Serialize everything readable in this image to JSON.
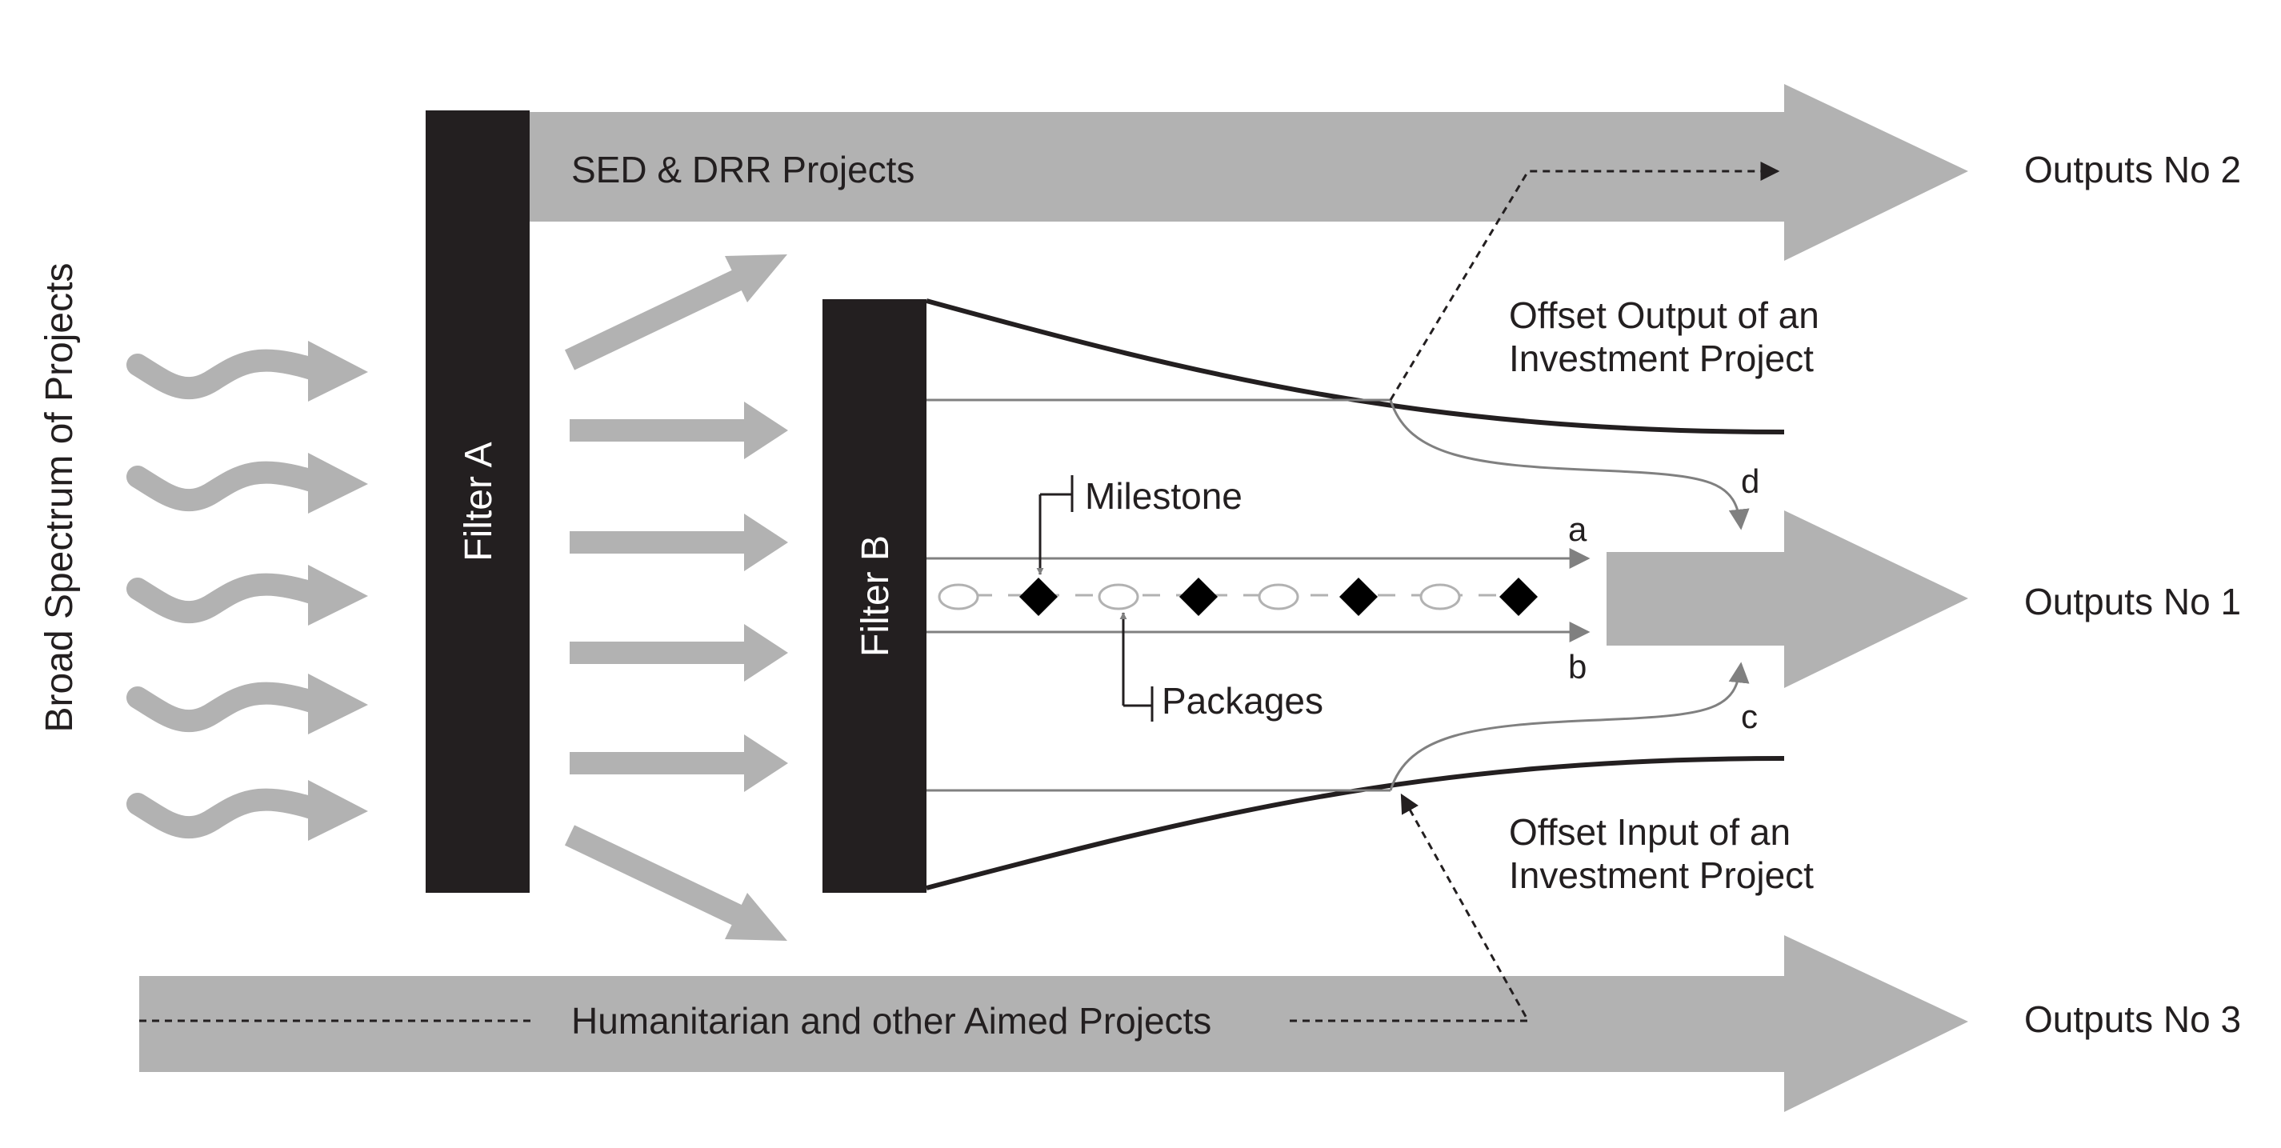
{
  "side_label": "Broad Spectrum of Projects",
  "filters": {
    "a": "Filter A",
    "b": "Filter B"
  },
  "flows": {
    "top": "SED & DRR Projects",
    "bottom": "Humanitarian and other Aimed Projects"
  },
  "outputs": {
    "no2": "Outputs No 2",
    "no1": "Outputs No 1",
    "no3": "Outputs No 3"
  },
  "annotations": {
    "offset_output": [
      "Offset Output of an",
      "Investment Project"
    ],
    "offset_input": [
      "Offset Input of an",
      "Investment Project"
    ],
    "milestone": "Milestone",
    "packages": "Packages"
  },
  "channel_labels": {
    "a": "a",
    "b": "b",
    "c": "c",
    "d": "d"
  },
  "colors": {
    "flow_gray": "#b2b2b2",
    "filter_dark": "#231f20",
    "line_gray": "#808080",
    "text": "#231f20"
  }
}
